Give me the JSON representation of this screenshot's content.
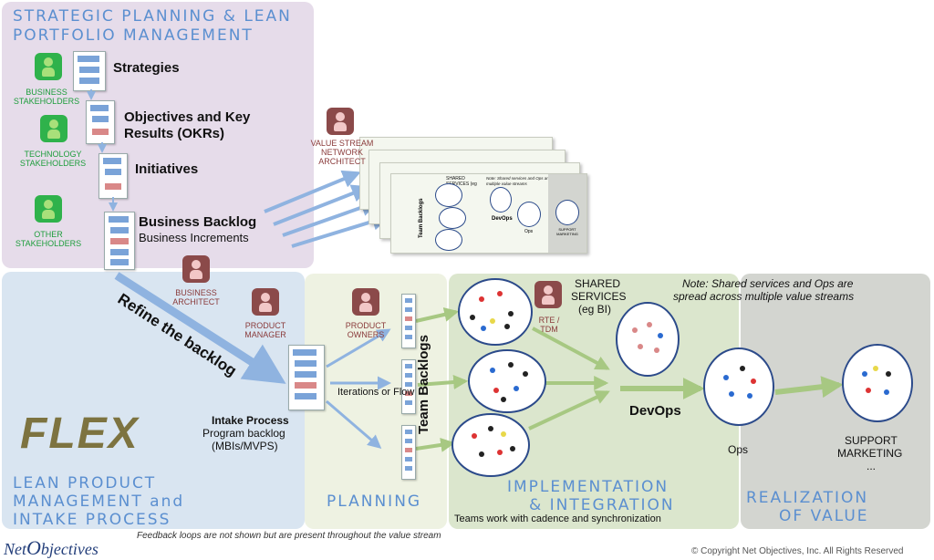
{
  "sections": {
    "strategic_title": "STRATEGIC PLANNING & LEAN PORTFOLIO MANAGEMENT",
    "strategic_line1": "STRATEGIC PLANNING & LEAN",
    "strategic_line2": "PORTFOLIO MANAGEMENT",
    "lean_line1": "LEAN PRODUCT",
    "lean_line2": "MANAGEMENT and",
    "lean_line3": "INTAKE PROCESS",
    "planning": "PLANNING",
    "impl_line1": "IMPLEMENTATION",
    "impl_line2": "& INTEGRATION",
    "real_line1": "REALIZATION",
    "real_line2": "OF VALUE"
  },
  "stakeholders": {
    "business": "BUSINESS STAKEHOLDERS",
    "technology": "TECHNOLOGY STAKEHOLDERS",
    "other": "OTHER STAKEHOLDERS"
  },
  "portfolio_items": {
    "strategies": "Strategies",
    "okr_line1": "Objectives and Key",
    "okr_line2": "Results (OKRs)",
    "initiatives": "Initiatives",
    "business_backlog": "Business Backlog",
    "business_increments": "Business Increments"
  },
  "roles": {
    "vsna_line1": "VALUE STREAM",
    "vsna_line2": "NETWORK",
    "vsna_line3": "ARCHITECT",
    "business_architect_line1": "BUSINESS",
    "business_architect_line2": "ARCHITECT",
    "product_manager_line1": "PRODUCT",
    "product_manager_line2": "MANAGER",
    "product_owners_line1": "PRODUCT",
    "product_owners_line2": "OWNERS",
    "rte_line1": "RTE /",
    "rte_line2": "TDM"
  },
  "flow": {
    "refine": "Refine the backlog",
    "intake_title": "Intake Process",
    "intake_line2": "Program backlog",
    "intake_line3": "(MBIs/MVPS)",
    "team_backlogs": "Team Backlogs",
    "iterations": "Iterations or Flow",
    "teams_cadence": "Teams work with cadence and synchronization",
    "shared_line1": "SHARED",
    "shared_line2": "SERVICES",
    "shared_line3": "(eg BI)",
    "note_line1": "Note: Shared services and Ops are",
    "note_line2": "spread across multiple value streams",
    "devops": "DevOps",
    "ops": "Ops",
    "support_line1": "SUPPORT",
    "support_line2": "MARKETING",
    "support_line3": "..."
  },
  "mini_card": {
    "shared": "SHARED SERVICES (eg BI)",
    "note": "Note: Shared services and Ops are spread across multiple value streams",
    "team_backlogs": "Team Backlogs",
    "devops": "DevOps",
    "ops": "Ops",
    "support": "SUPPORT MARKETING"
  },
  "brand": {
    "flex": "FLEX",
    "logo": "NetObjectives",
    "logo_net": "Net",
    "logo_o": "O",
    "logo_rest": "bjectives"
  },
  "footer": {
    "feedback": "Feedback loops are not shown but are present throughout the value stream",
    "copyright": "© Copyright Net Objectives, Inc. All Rights Reserved"
  },
  "colors": {
    "strategic_bg": "#e6dcea",
    "lean_bg": "#d9e5f1",
    "planning_bg": "#eef2e2",
    "impl_bg": "#dbe6cd",
    "real_bg": "#d3d5d0",
    "title_blue": "#5b8fd0",
    "arrow_blue": "#8fb3e0",
    "arrow_green": "#a7c882",
    "flex_olive": "#7d7340"
  }
}
